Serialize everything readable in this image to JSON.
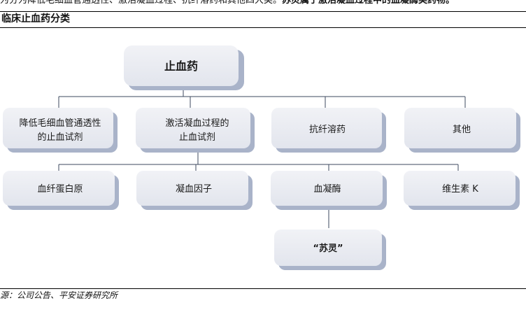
{
  "header": {
    "top_cut_text_plain": "为分为降低毛细血管通透性、激活凝血过程、抗纤溶药和其他四大类。",
    "top_cut_text_bold": "苏灵属于激活凝血过程中的血凝酶类药物。",
    "figure_title": "临床止血药分类"
  },
  "diagram": {
    "root": "止血药",
    "categories": [
      [
        "降低毛细血管通透性",
        "的止血试剂"
      ],
      [
        "激活凝血过程的",
        "止血试剂"
      ],
      [
        "抗纤溶药"
      ],
      [
        "其他"
      ]
    ],
    "subtypes": [
      "血纤蛋白原",
      "凝血因子",
      "血凝酶",
      "维生素 K"
    ],
    "product": "“苏灵”"
  },
  "footer": {
    "source": "源：公司公告、平安证券研究所"
  },
  "colors": {
    "box_fill": "#e6e8ef",
    "box_shadow": "#a9b3c9",
    "line": "#3d4a5f"
  }
}
